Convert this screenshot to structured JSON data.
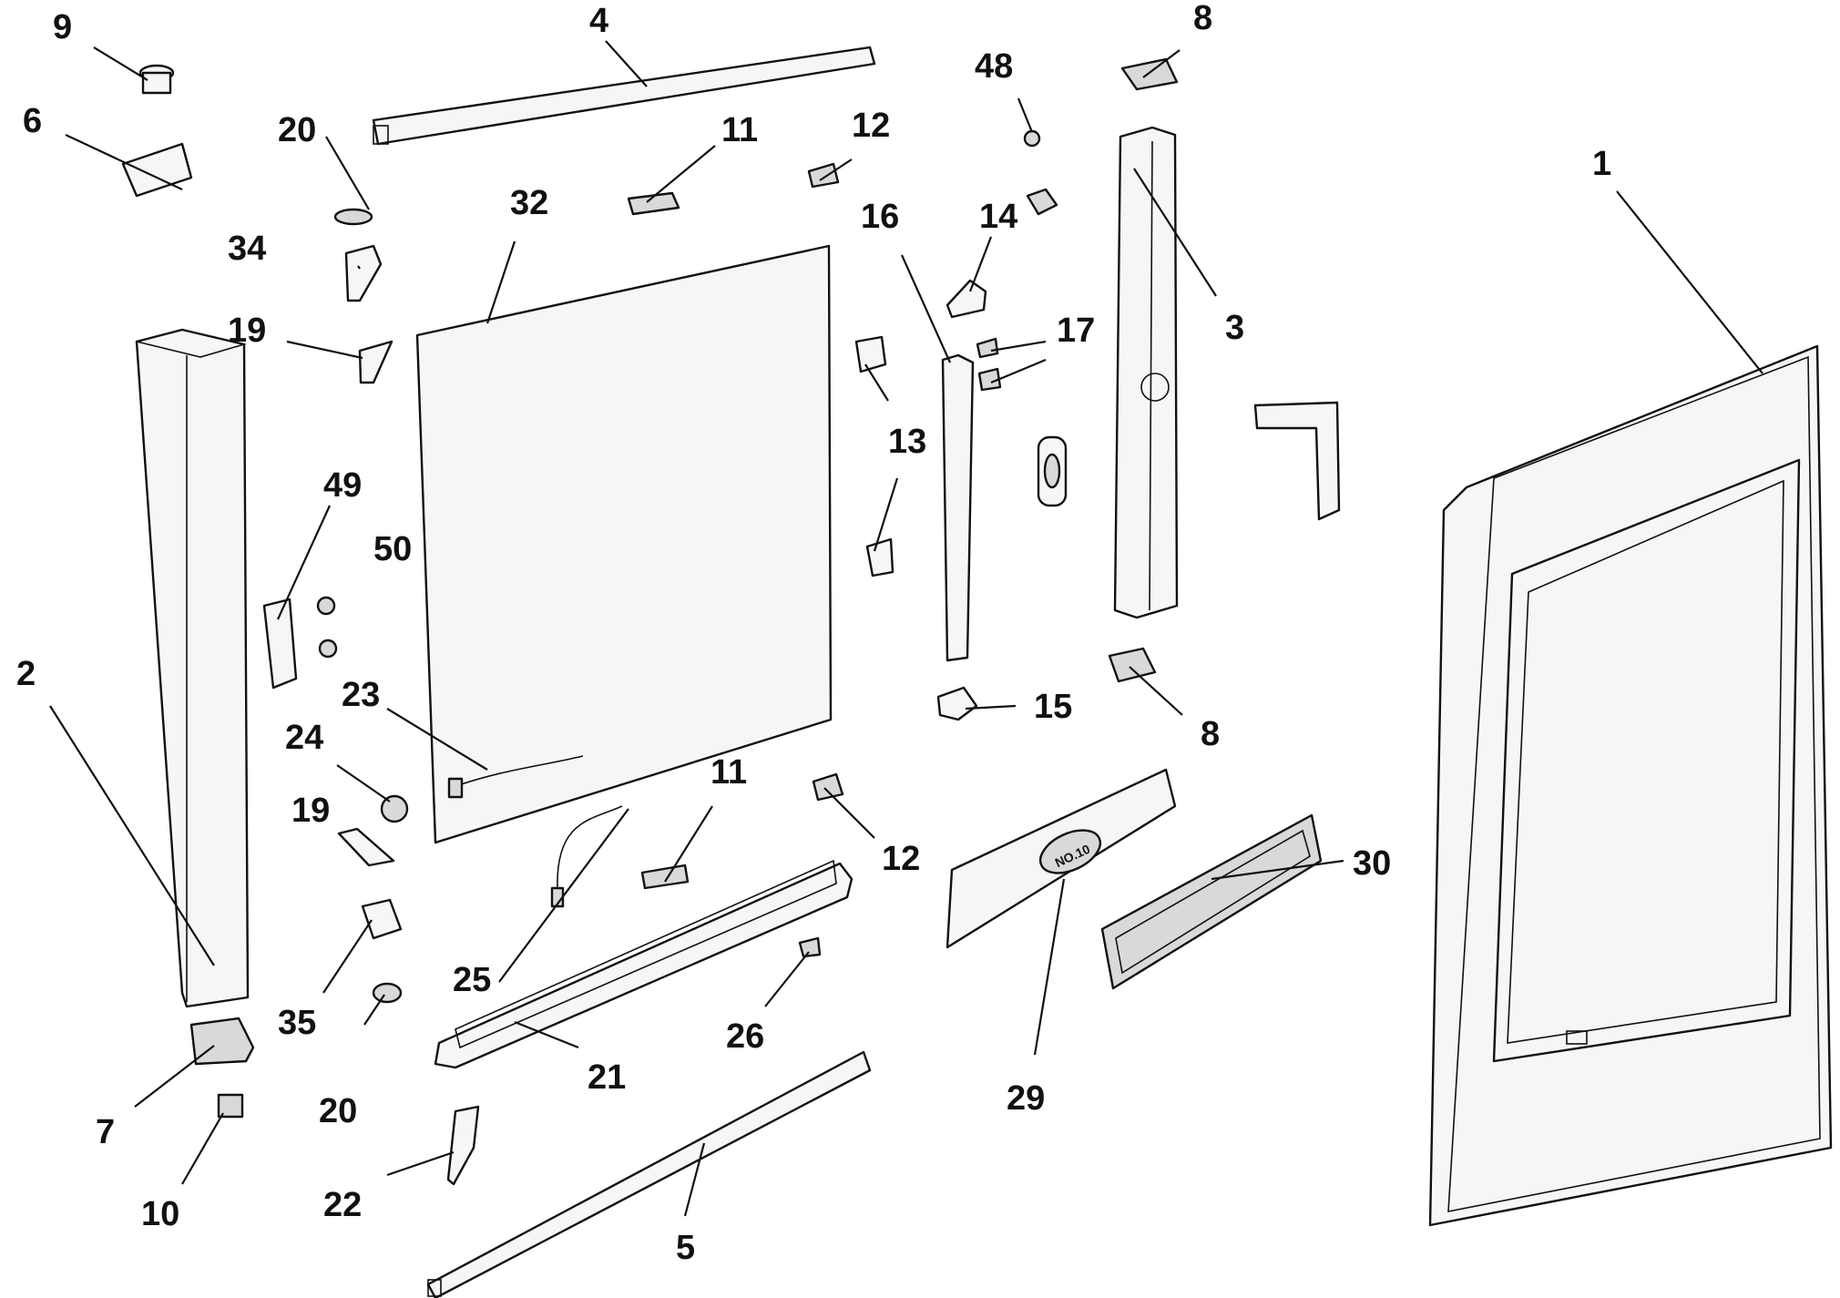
{
  "diagram": {
    "labels": [
      "1",
      "2",
      "3",
      "4",
      "5",
      "6",
      "7",
      "8",
      "8",
      "9",
      "10",
      "11",
      "11",
      "12",
      "12",
      "13",
      "14",
      "15",
      "16",
      "17",
      "19",
      "19",
      "20",
      "20",
      "21",
      "22",
      "23",
      "24",
      "25",
      "26",
      "29",
      "30",
      "32",
      "34",
      "35",
      "48",
      "49",
      "50"
    ],
    "badge_text": "NO.10"
  }
}
